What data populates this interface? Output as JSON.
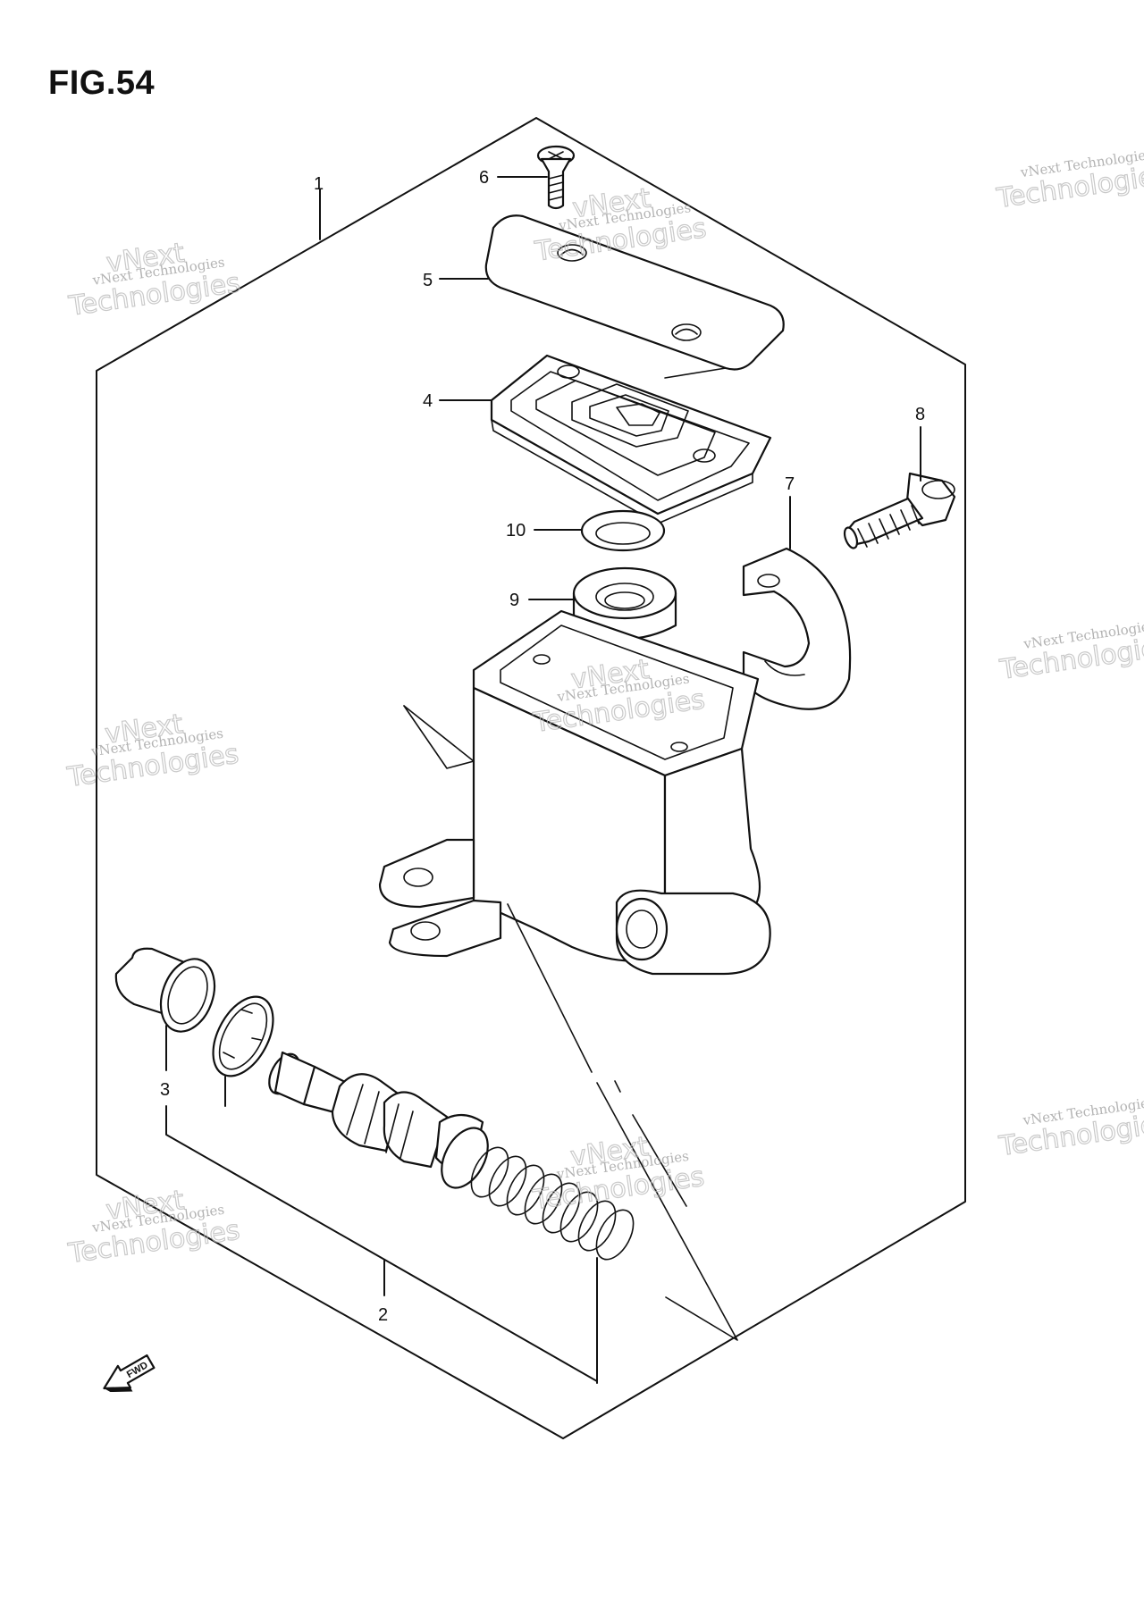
{
  "figure": {
    "title": "FIG.54"
  },
  "callouts": [
    {
      "id": "1",
      "label": "1"
    },
    {
      "id": "2",
      "label": "2"
    },
    {
      "id": "3",
      "label": "3"
    },
    {
      "id": "4",
      "label": "4"
    },
    {
      "id": "5",
      "label": "5"
    },
    {
      "id": "6",
      "label": "6"
    },
    {
      "id": "7",
      "label": "7"
    },
    {
      "id": "8",
      "label": "8"
    },
    {
      "id": "9",
      "label": "9"
    },
    {
      "id": "10",
      "label": "10"
    }
  ],
  "watermark": {
    "line1": "vNext Technologies",
    "line2": "vNext",
    "line3": "Technologies"
  },
  "direction_marker": {
    "label": "FWD"
  }
}
